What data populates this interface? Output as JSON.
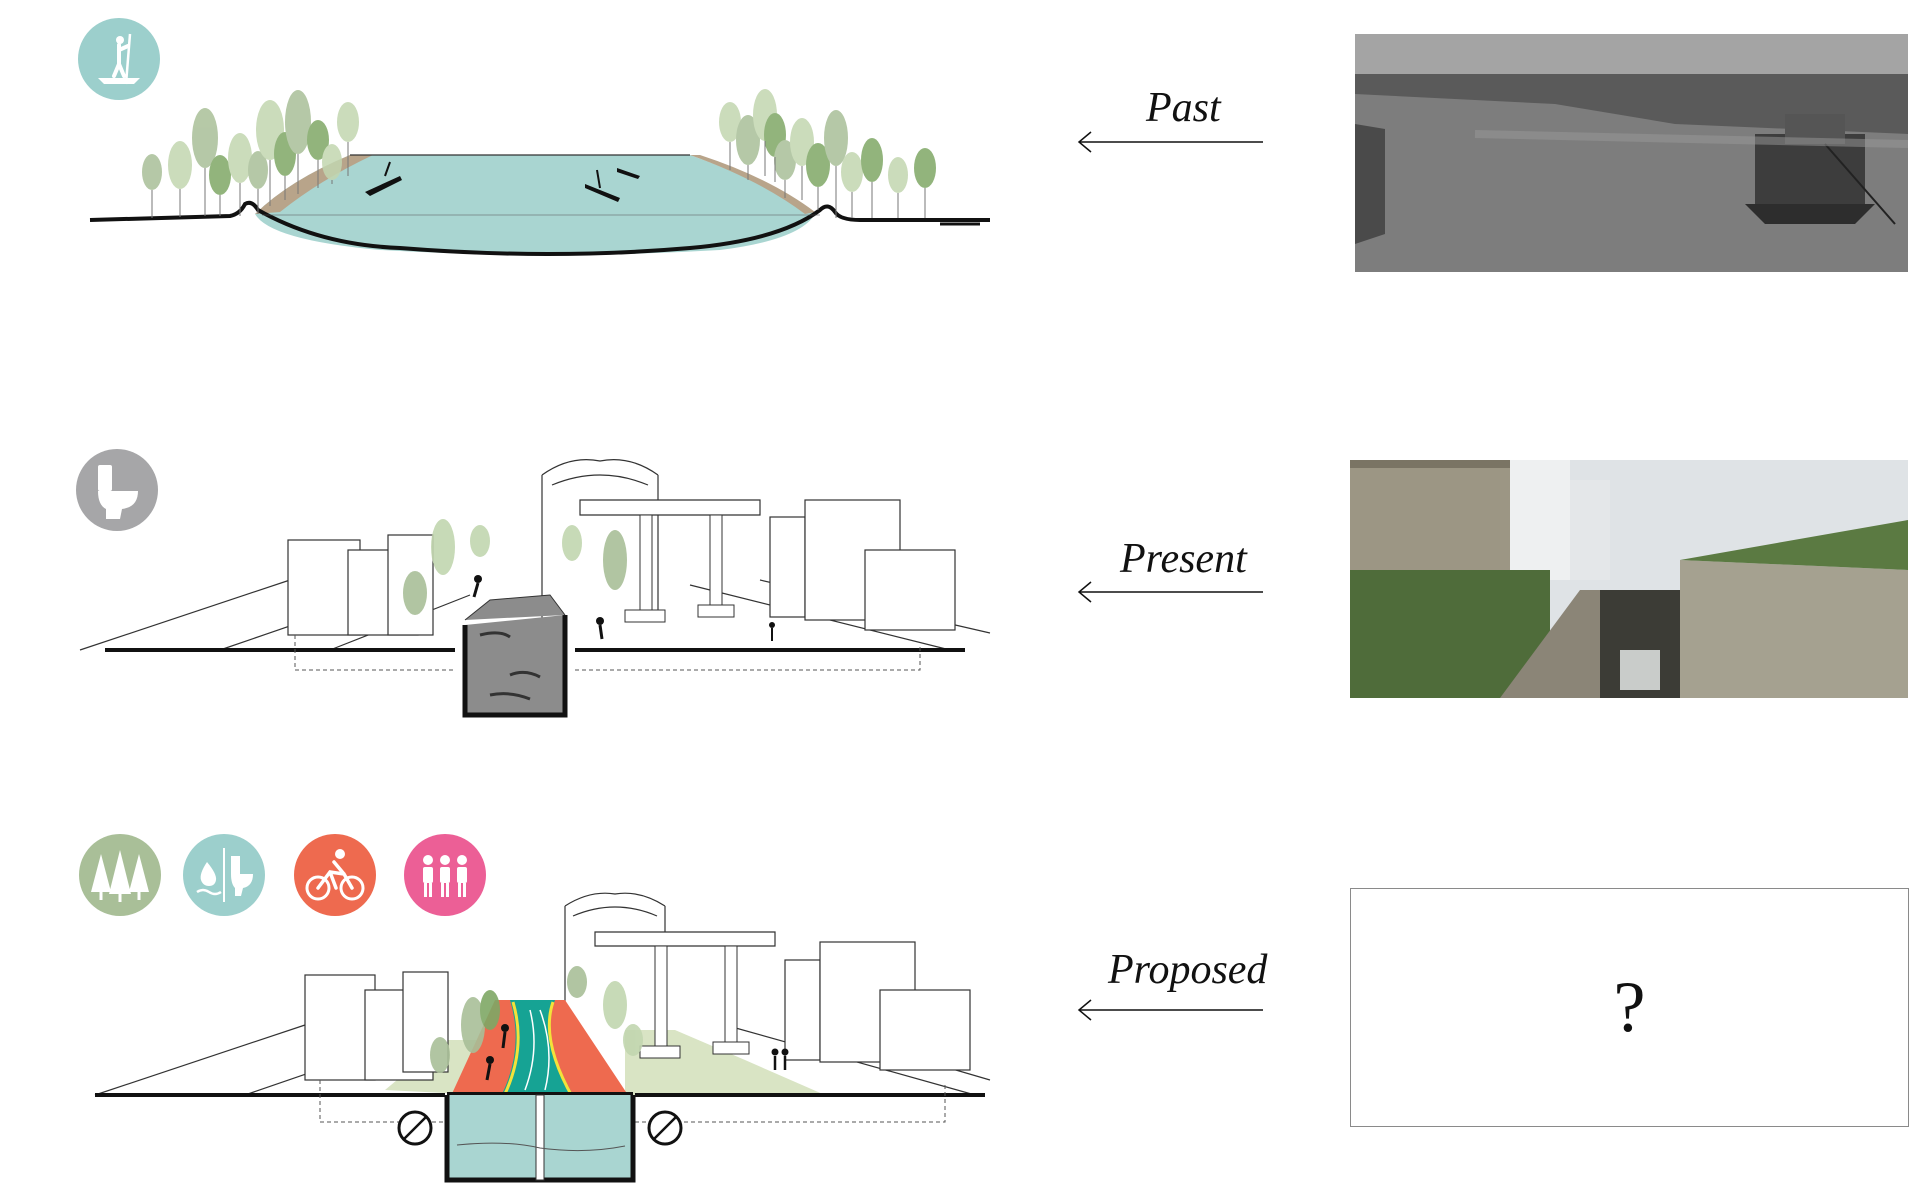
{
  "rows": [
    {
      "key": "past",
      "label": "Past"
    },
    {
      "key": "present",
      "label": "Present"
    },
    {
      "key": "proposed",
      "label": "Proposed"
    }
  ],
  "proposed_box": {
    "text": "?"
  },
  "icons": {
    "past": [
      {
        "name": "paddleboard-icon",
        "color": "#9ccfcc"
      }
    ],
    "present": [
      {
        "name": "toilet-icon",
        "color": "#a6a6a8"
      }
    ],
    "proposed": [
      {
        "name": "trees-icon",
        "color": "#a9bf98"
      },
      {
        "name": "water-toilet-icon",
        "color": "#9ccfcc"
      },
      {
        "name": "cyclist-icon",
        "color": "#ee6a4f"
      },
      {
        "name": "people-icon",
        "color": "#ec5f96"
      }
    ]
  },
  "colors": {
    "water": "#a9d5d1",
    "tree_light": "#c2d6b0",
    "tree_dark": "#7fa866",
    "bank": "#b8a48a",
    "sewage": "#8c8c8c",
    "bike_lane": "#ee6a4f",
    "canal_path": "#16a394",
    "lane_line": "#f3e23a",
    "green_space": "#d9e4c4"
  }
}
